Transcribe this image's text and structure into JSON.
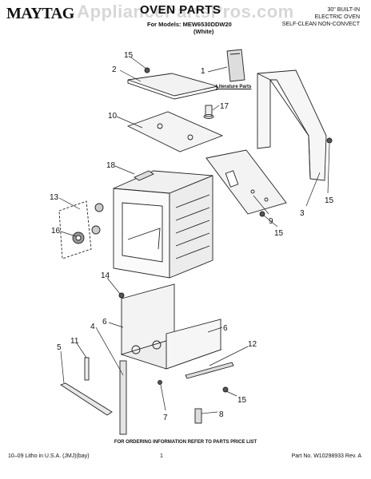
{
  "watermark": "AppliancePartsPros.com",
  "header": {
    "brand": "MAYTAG",
    "title": "OVEN PARTS",
    "models": "For Models: MEW6530DDW20",
    "color": "(White)",
    "desc_lines": [
      "30\" BUILT-IN",
      "ELECTRIC OVEN",
      "SELF-CLEAN NON-CONVECT"
    ]
  },
  "literature_label": "Literature Parts",
  "callouts": [
    "15",
    "2",
    "1",
    "17",
    "10",
    "18",
    "13",
    "16",
    "3",
    "9",
    "15",
    "15",
    "14",
    "6",
    "4",
    "6",
    "5",
    "11",
    "12",
    "7",
    "15",
    "8"
  ],
  "footer": {
    "note": "FOR ORDERING INFORMATION REFER TO PARTS PRICE LIST",
    "left": "10–09 Litho in U.S.A. (JMJ)(bay)",
    "page": "1",
    "right": "Part No. W10298933 Rev. A"
  }
}
